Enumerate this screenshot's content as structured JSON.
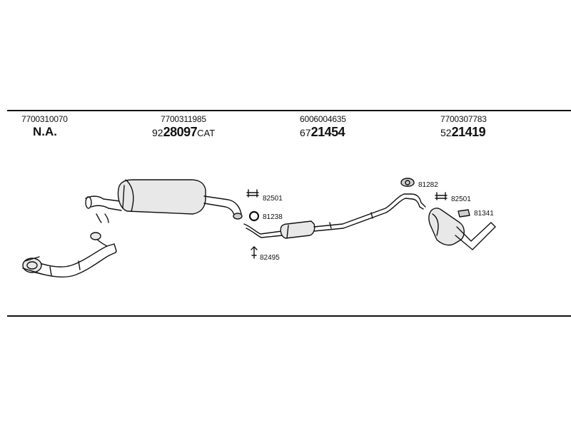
{
  "parts": [
    {
      "number": "7700310070",
      "ref_prefix": "",
      "ref_main": "N.A.",
      "ref_suffix": ""
    },
    {
      "number": "7700311985",
      "ref_prefix": "92",
      "ref_main": "28097",
      "ref_suffix": "CAT"
    },
    {
      "number": "6006004635",
      "ref_prefix": "67",
      "ref_main": "21454",
      "ref_suffix": ""
    },
    {
      "number": "7700307783",
      "ref_prefix": "52",
      "ref_main": "21419",
      "ref_suffix": ""
    }
  ],
  "callouts": {
    "clamp_a": "82501",
    "ring": "81238",
    "hanger": "82495",
    "mount_a": "81282",
    "clamp_b": "82501",
    "mount_b": "81341"
  },
  "colors": {
    "line": "#111111",
    "fill_light": "#e8e8e8",
    "fill_mid": "#cfcfcf"
  }
}
